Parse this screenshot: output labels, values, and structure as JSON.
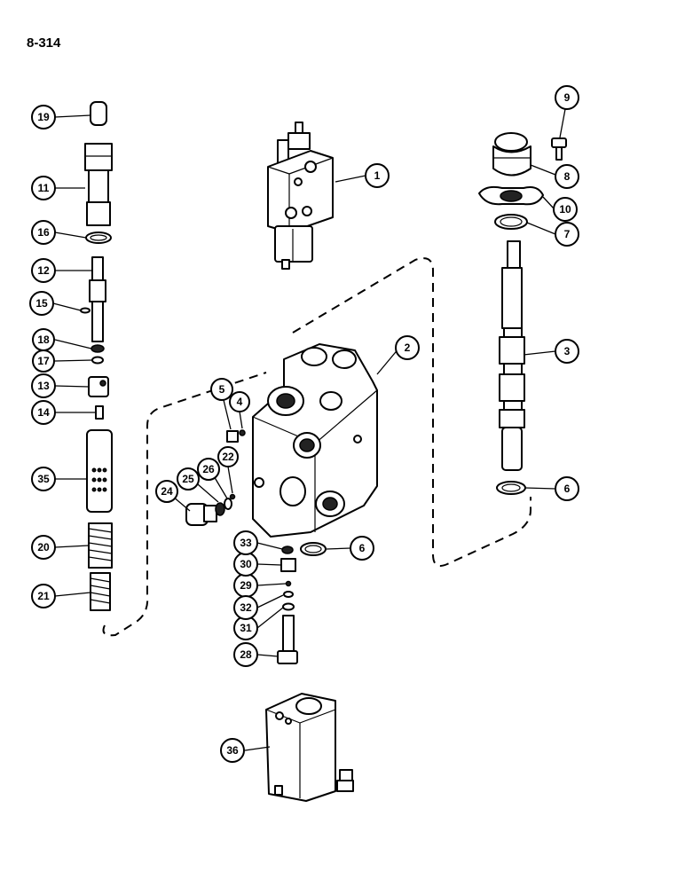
{
  "page_number": "8-314",
  "callouts": [
    "1",
    "2",
    "3",
    "4",
    "5",
    "6",
    "7",
    "8",
    "9",
    "10",
    "11",
    "12",
    "13",
    "14",
    "15",
    "16",
    "17",
    "18",
    "19",
    "20",
    "21",
    "22",
    "24",
    "25",
    "26",
    "28",
    "29",
    "30",
    "31",
    "32",
    "33",
    "35",
    "36"
  ]
}
